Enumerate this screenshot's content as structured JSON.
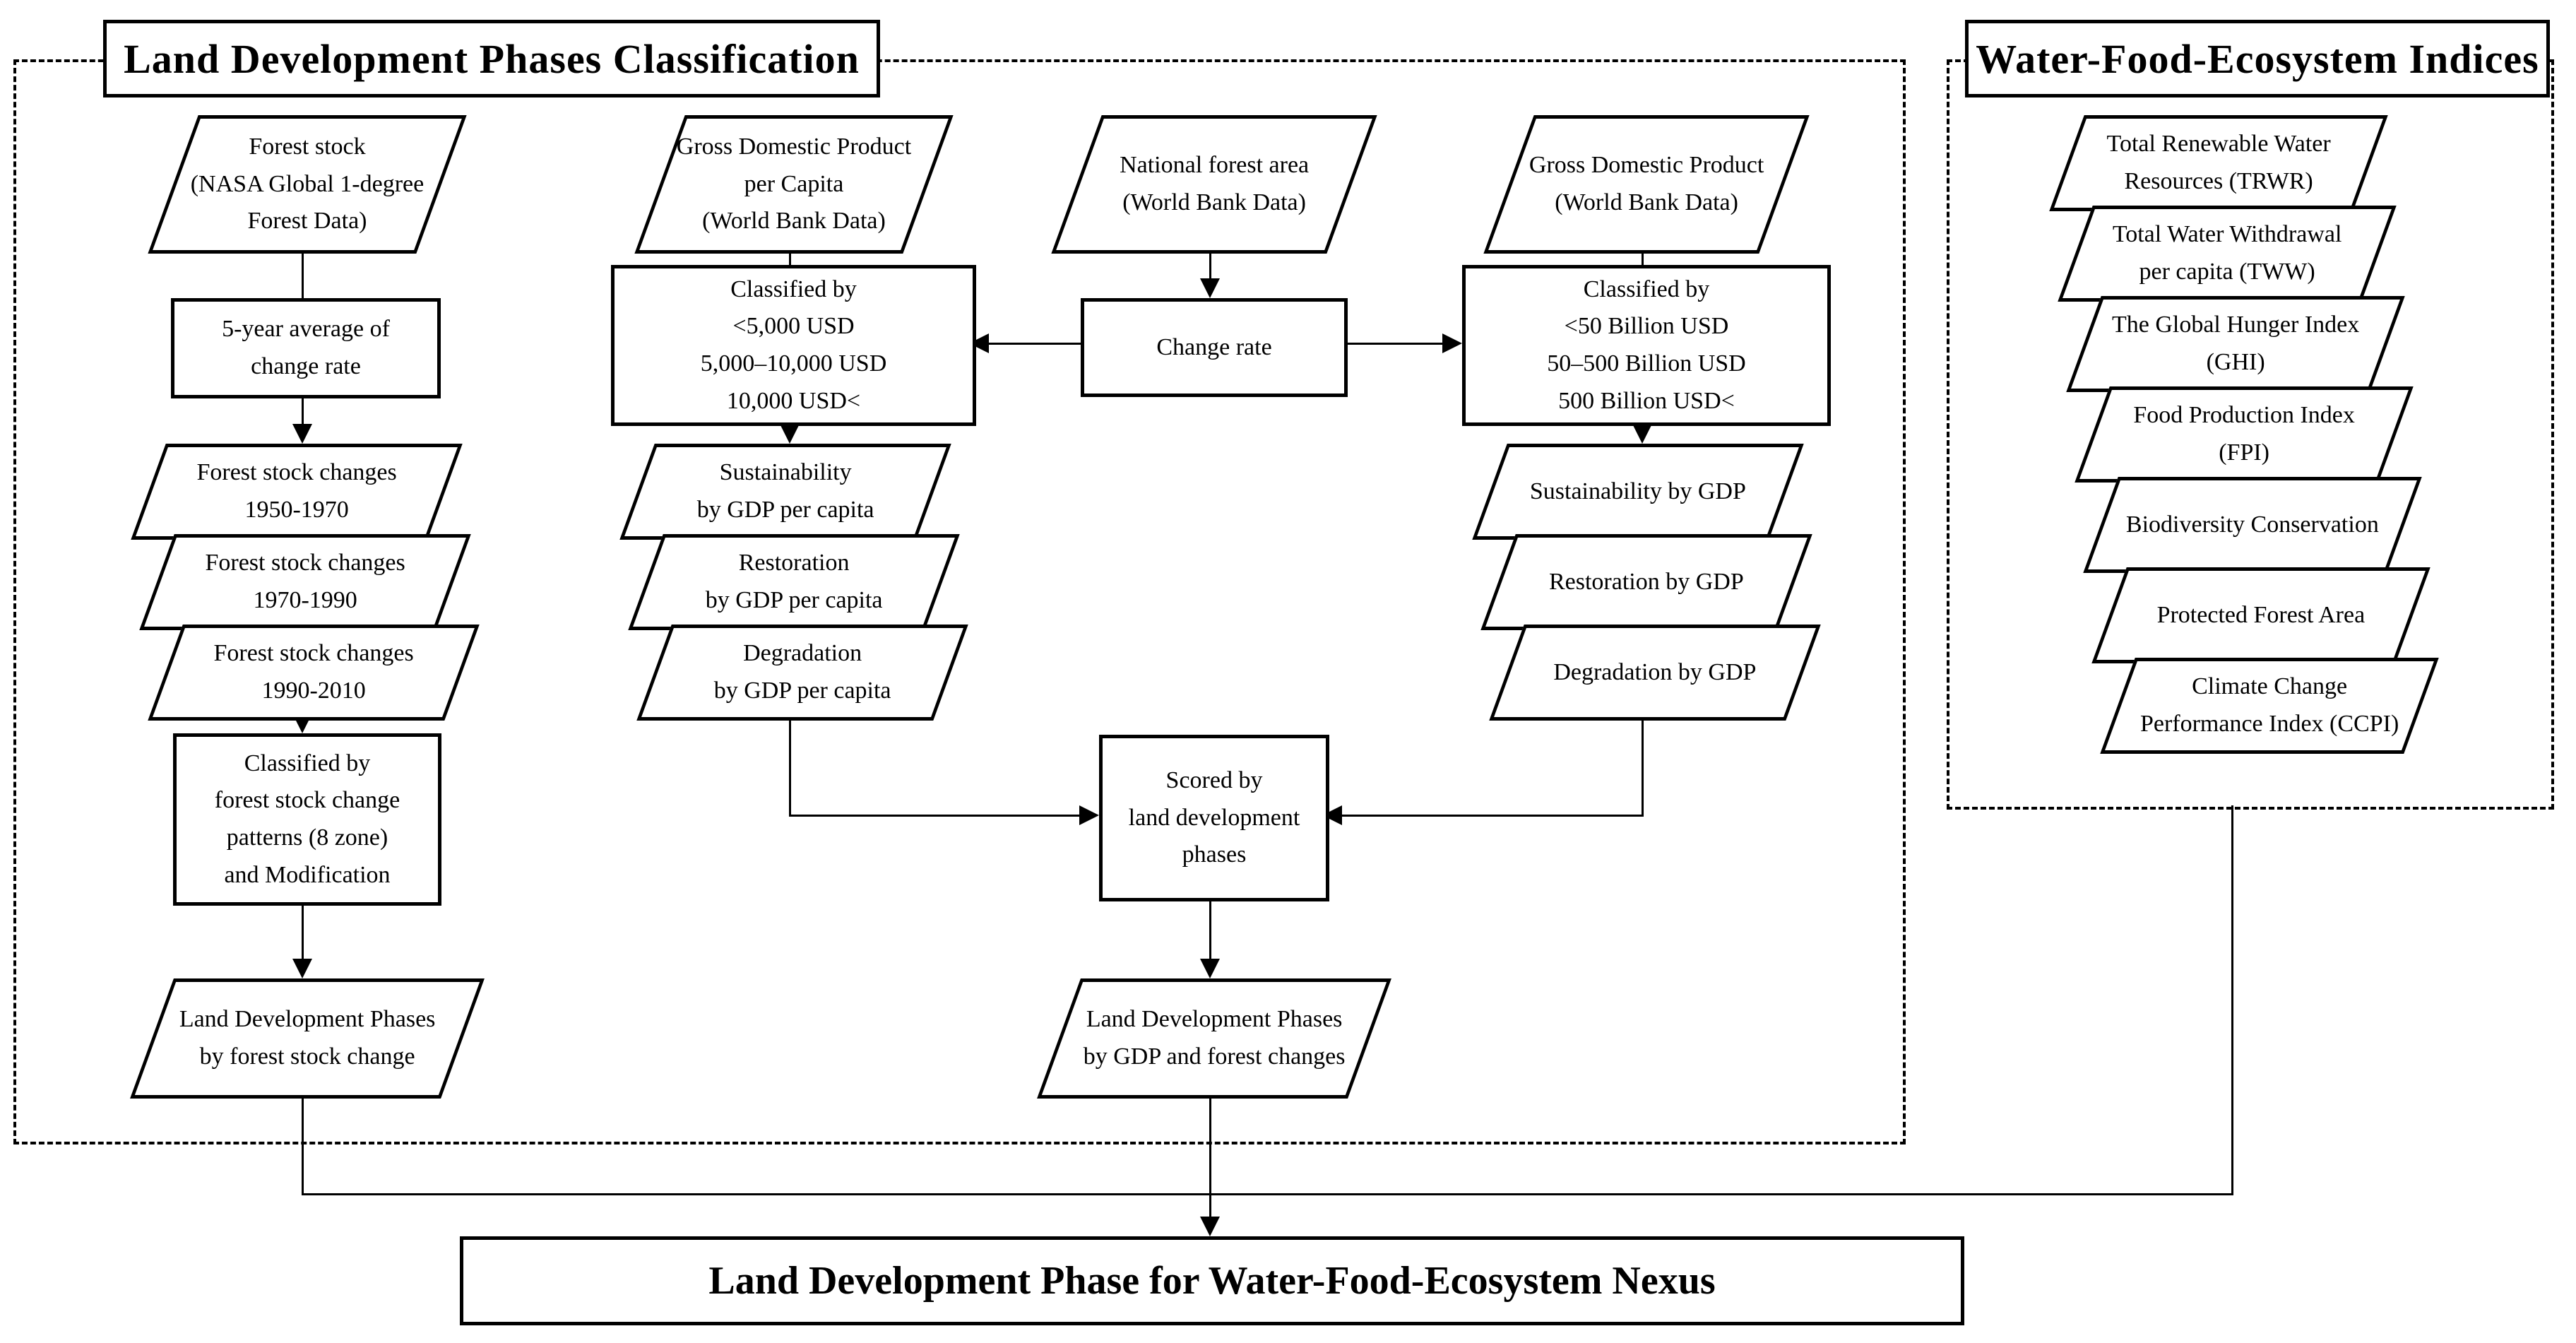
{
  "left_panel": {
    "title": "Land Development Phases Classification",
    "col_forest": {
      "source": "Forest stock\n(NASA Global 1-degree\nForest Data)",
      "process1": "5-year average of\nchange rate",
      "stack": [
        "Forest stock changes\n1950-1970",
        "Forest stock changes\n1970-1990",
        "Forest stock changes\n1990-2010"
      ],
      "process2": "Classified by\nforest stock change\npatterns (8 zone)\nand Modification",
      "output": "Land Development Phases\nby forest stock change"
    },
    "col_gdp_capita": {
      "source": "Gross Domestic Product\nper Capita\n(World Bank Data)",
      "process1": "Classified by\n<5,000 USD\n5,000–10,000 USD\n10,000 USD<",
      "stack": [
        "Sustainability\nby GDP per capita",
        "Restoration\nby GDP per capita",
        "Degradation\nby GDP per capita"
      ]
    },
    "col_forest_area": {
      "source": "National forest area\n(World Bank Data)",
      "process1": "Change rate"
    },
    "col_gdp": {
      "source": "Gross Domestic Product\n(World Bank Data)",
      "process1": "Classified by\n<50 Billion USD\n50–500 Billion USD\n500 Billion USD<",
      "stack": [
        "Sustainability by GDP",
        "Restoration by GDP",
        "Degradation by GDP"
      ]
    },
    "scored": "Scored by\nland development\nphases",
    "output_gdp": "Land Development Phases\nby GDP and forest changes"
  },
  "right_panel": {
    "title": "Water-Food-Ecosystem Indices",
    "stack": [
      "Total Renewable Water\nResources (TRWR)",
      "Total Water Withdrawal\nper capita (TWW)",
      "The Global Hunger Index\n(GHI)",
      "Food Production Index\n(FPI)",
      "Biodiversity Conservation",
      "Protected Forest Area",
      "Climate Change\nPerformance Index (CCPI)"
    ]
  },
  "footer": {
    "title": "Land Development Phase for Water-Food-Ecosystem Nexus"
  }
}
